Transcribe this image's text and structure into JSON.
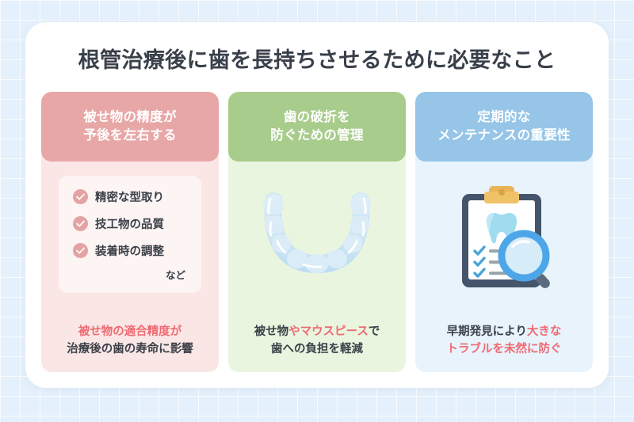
{
  "page": {
    "title": "根管治療後に歯を長持ちさせるために必要なこと",
    "background_color": "#e4f0fb",
    "card_color": "#ffffff",
    "accent_color": "#ef6a72"
  },
  "columns": [
    {
      "id": "crown-accuracy",
      "header_line1": "被せ物の精度が",
      "header_line2": "予後を左右する",
      "header_color": "#e8a7a7",
      "panel_color": "#fbe6e6",
      "checklist": [
        {
          "label": "精密な型取り"
        },
        {
          "label": "技工物の品質"
        },
        {
          "label": "装着時の調整"
        }
      ],
      "etc_label": "など",
      "caption_line1_highlight": "被せ物の適合精度が",
      "caption_line1_rest": "",
      "caption_line2": "治療後の歯の寿命に影響"
    },
    {
      "id": "fracture-prevention",
      "header_line1": "歯の破折を",
      "header_line2": "防ぐための管理",
      "header_color": "#a8cc8c",
      "panel_color": "#e9f5df",
      "illustration": "mouthguard-icon",
      "caption_line1_a": "被せ物",
      "caption_line1_b": "やマウスピース",
      "caption_line1_c": "で",
      "caption_line2": "歯への負担を軽減"
    },
    {
      "id": "regular-maintenance",
      "header_line1": "定期的な",
      "header_line2": "メンテナンスの重要性",
      "header_color": "#96c5e8",
      "panel_color": "#e8f3fc",
      "illustration": "clipboard-checklist-icon",
      "caption_line1_a": "早期発見により",
      "caption_line1_b": "大きな",
      "caption_line2": "トラブルを未然に防ぐ"
    }
  ]
}
